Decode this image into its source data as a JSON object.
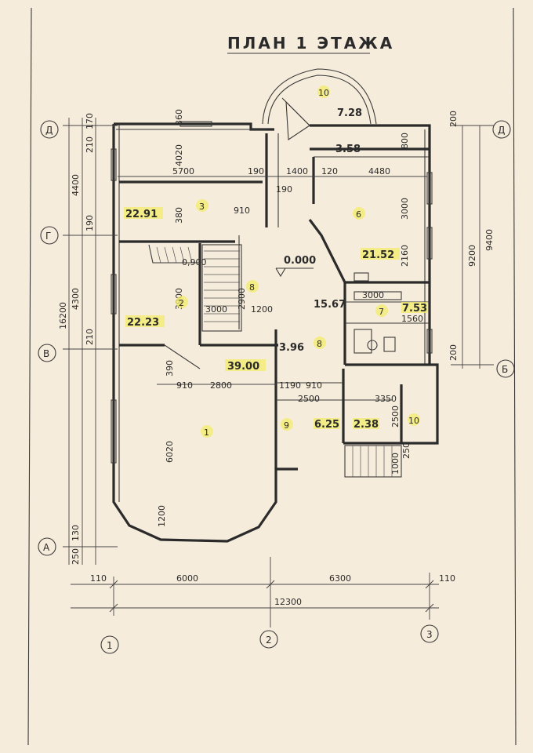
{
  "title": "ПЛАН 1 ЭТАЖА",
  "axes": {
    "rows": [
      "Д",
      "Г",
      "В",
      "А",
      "Б"
    ],
    "row_right_top": "Д",
    "cols": [
      "1",
      "2",
      "3"
    ]
  },
  "rooms": [
    {
      "num": "1",
      "area": "39.00"
    },
    {
      "num": "2",
      "area": "22.23"
    },
    {
      "num": "3",
      "area": "22.91"
    },
    {
      "num": "6",
      "area": "21.52"
    },
    {
      "num": "7",
      "area": "7.53"
    },
    {
      "num": "8",
      "area": "15.67"
    },
    {
      "num": "8",
      "area": "3.96"
    },
    {
      "num": "9",
      "area": "6.25"
    },
    {
      "num": "10",
      "area": "2.38"
    },
    {
      "num": "10",
      "area": "7.28"
    },
    {
      "num": "",
      "area": "3.58"
    }
  ],
  "level_mark": "0.000",
  "dims": {
    "overall_width": "12300",
    "left_bay": "6000",
    "right_bay": "6300",
    "edge_left": "110",
    "edge_right": "110",
    "left_total": "16200",
    "left_top": "4400",
    "left_mid": "4300",
    "right_total": "9400",
    "right_inner": "9200",
    "room3_w": "5700",
    "wall_190": "190",
    "hall_1400": "1400",
    "wall_120": "120",
    "room6_w": "4480",
    "room6_h": "3000",
    "room3_h": "4020",
    "room3_h2": "380",
    "room2_h": "3900",
    "room2_w": "0,900",
    "room1_h": "6020",
    "room1_w": "2800",
    "r_910": "910",
    "r_1190": "1190",
    "r_2500": "2500",
    "r_3350": "3350",
    "r_3000": "3000",
    "r_2160": "2160",
    "r_1560": "1560",
    "r_1200": "1200",
    "r_250": "250",
    "r_200": "200",
    "r_130": "130",
    "r_170": "170",
    "r_210": "210",
    "r_360": "360",
    "r_800": "800",
    "r_1000": "1000",
    "r_390": "390",
    "r_2900": "2900",
    "r_3000_stair": "3000"
  }
}
